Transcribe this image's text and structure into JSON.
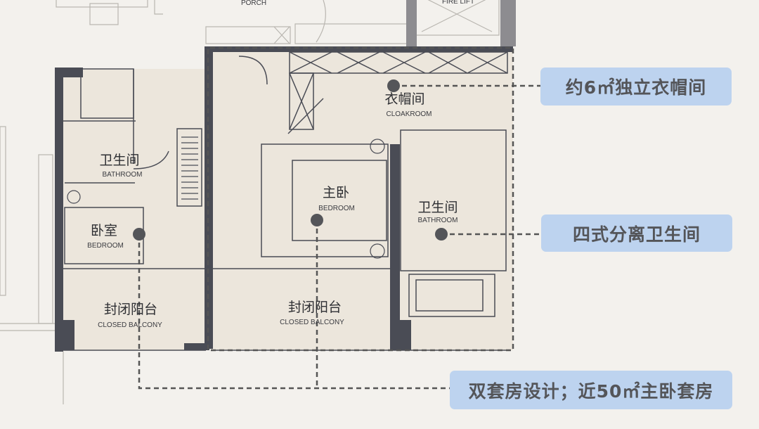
{
  "top_labels": {
    "porch": "PORCH",
    "fire_lift": "FIRE LIFT"
  },
  "rooms": {
    "cloakroom": {
      "zh": "衣帽间",
      "en": "CLOAKROOM"
    },
    "bathroom_left": {
      "zh": "卫生间",
      "en": "BATHROOM"
    },
    "master_bedroom": {
      "zh": "主卧",
      "en": "BEDROOM"
    },
    "bathroom_right": {
      "zh": "卫生间",
      "en": "BATHROOM"
    },
    "bedroom": {
      "zh": "卧室",
      "en": "BEDROOM"
    },
    "balcony_left": {
      "zh": "封闭阳台",
      "en": "CLOSED BALCONY"
    },
    "balcony_right": {
      "zh": "封闭阳台",
      "en": "CLOSED BALCONY"
    }
  },
  "callouts": {
    "cloakroom": "约6㎡独立衣帽间",
    "bathroom": "四式分离卫生间",
    "suite": "双套房设计；近50㎡主卧套房"
  },
  "colors": {
    "wall": "#4a4c55",
    "room": "#ece6dc",
    "callout_bg": "#bdd3ef",
    "marker": "#545559"
  }
}
